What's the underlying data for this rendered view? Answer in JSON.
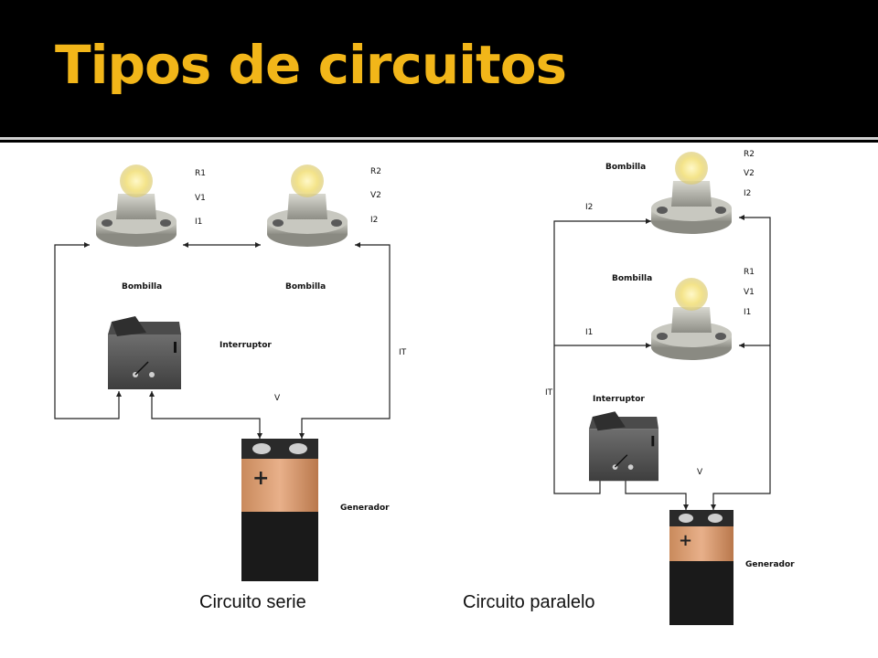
{
  "slide": {
    "title": "Tipos de circuitos"
  },
  "series_circuit": {
    "caption": "Circuito serie",
    "bulb1": {
      "name": "Bombilla",
      "r": "R1",
      "v": "V1",
      "i": "I1"
    },
    "bulb2": {
      "name": "Bombilla",
      "r": "R2",
      "v": "V2",
      "i": "I2"
    },
    "switch_label": "Interruptor",
    "current_label": "IT",
    "voltage_label": "V",
    "generator_label": "Generador",
    "battery_symbol": "+"
  },
  "parallel_circuit": {
    "caption": "Circuito paralelo",
    "bulb_top": {
      "name": "Bombilla",
      "r": "R2",
      "v": "V2",
      "i": "I2",
      "branch_current": "I2"
    },
    "bulb_bottom": {
      "name": "Bombilla",
      "r": "R1",
      "v": "V1",
      "i": "I1",
      "branch_current": "I1"
    },
    "switch_label": "Interruptor",
    "current_label": "IT",
    "voltage_label": "V",
    "generator_label": "Generador",
    "battery_symbol": "+"
  },
  "colors": {
    "title": "#f2b619",
    "background": "#000000",
    "panel": "#ffffff",
    "battery_copper": "#d99a6c",
    "battery_body": "#1a1a1a"
  }
}
